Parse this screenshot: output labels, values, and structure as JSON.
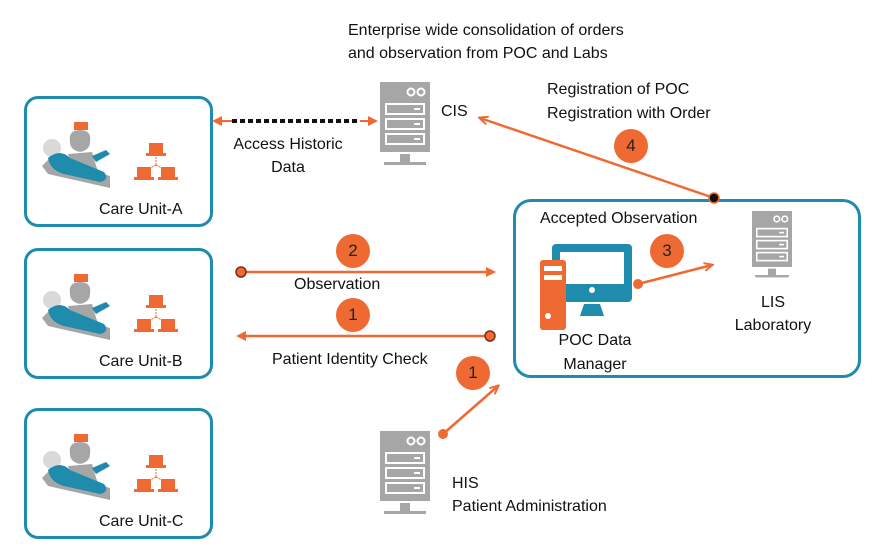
{
  "colors": {
    "accent": "#ef6a33",
    "box_border": "#1f8bad",
    "server_gray": "#a6a6a6",
    "dark": "#111111"
  },
  "top_note": {
    "line1": "Enterprise wide consolidation of orders",
    "line2": "and observation from POC and Labs"
  },
  "cis": {
    "label": "CIS",
    "icon": "server-icon"
  },
  "registration": {
    "line1": "Registration of POC",
    "line2": "Registration with Order",
    "step": "4"
  },
  "access_historic": {
    "line1": "Access Historic",
    "line2": "Data"
  },
  "care_units": [
    {
      "label": "Care Unit-A",
      "icons": [
        "patient-bed-icon",
        "network-laptops-icon"
      ]
    },
    {
      "label": "Care Unit-B",
      "icons": [
        "patient-bed-icon",
        "network-laptops-icon"
      ]
    },
    {
      "label": "Care Unit-C",
      "icons": [
        "patient-bed-icon",
        "network-laptops-icon"
      ]
    }
  ],
  "flows": {
    "observation": {
      "label": "Observation",
      "step": "2"
    },
    "patient_identity": {
      "label": "Patient Identity Check",
      "step": "1"
    },
    "his_to_poc": {
      "step": "1"
    },
    "accepted_observation": {
      "label": "Accepted Observation",
      "step": "3"
    }
  },
  "poc": {
    "line1": "POC Data",
    "line2": "Manager",
    "icon": "desktop-computer-icon"
  },
  "lis": {
    "line1": "LIS",
    "line2": "Laboratory",
    "icon": "server-icon"
  },
  "his": {
    "line1": "HIS",
    "line2": "Patient Administration",
    "icon": "server-icon"
  }
}
